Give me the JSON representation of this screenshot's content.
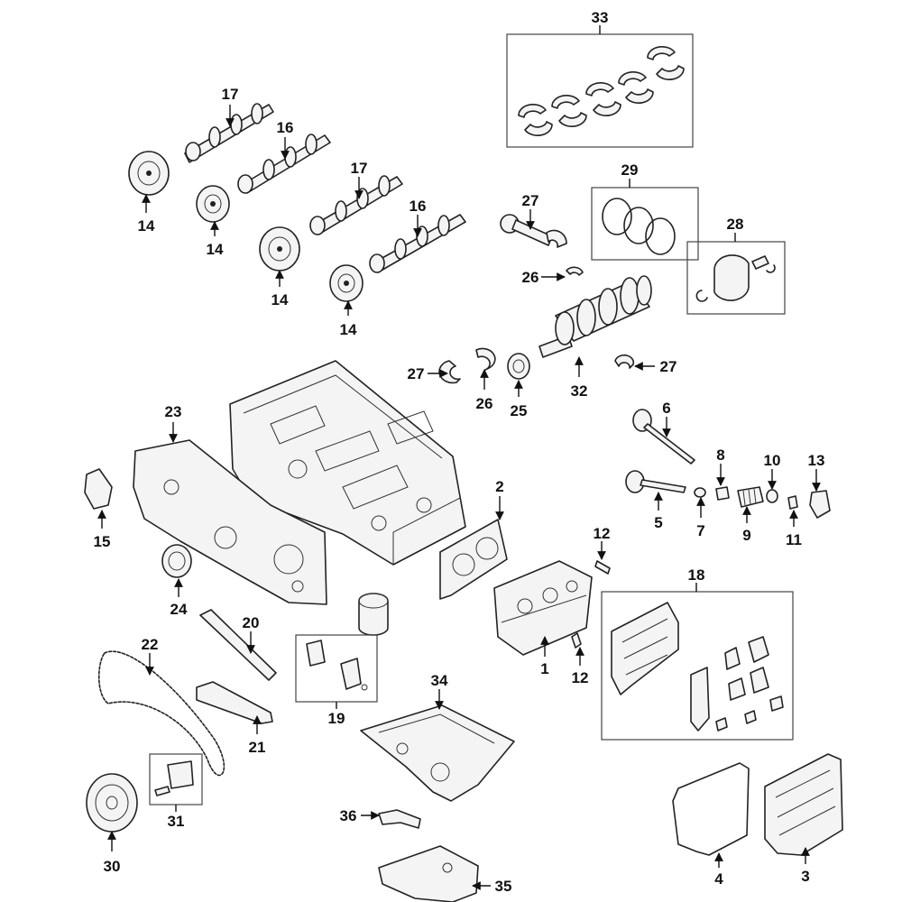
{
  "callouts": {
    "c33": "33",
    "c17a": "17",
    "c16a": "16",
    "c17b": "17",
    "c16b": "16",
    "c14a": "14",
    "c14b": "14",
    "c14c": "14",
    "c14d": "14",
    "c27a": "27",
    "c29": "29",
    "c28": "28",
    "c26a": "26",
    "c27b": "27",
    "c26b": "26",
    "c25": "25",
    "c32": "32",
    "c27c": "27",
    "c23": "23",
    "c6": "6",
    "c8": "8",
    "c10": "10",
    "c13": "13",
    "c2": "2",
    "c5": "5",
    "c7": "7",
    "c9": "9",
    "c11": "11",
    "c15": "15",
    "c12a": "12",
    "c24": "24",
    "c18": "18",
    "c20": "20",
    "c22": "22",
    "c1": "1",
    "c12b": "12",
    "c19": "19",
    "c34": "34",
    "c21": "21",
    "c31": "31",
    "c36": "36",
    "c30": "30",
    "c4": "4",
    "c3": "3",
    "c35": "35"
  }
}
